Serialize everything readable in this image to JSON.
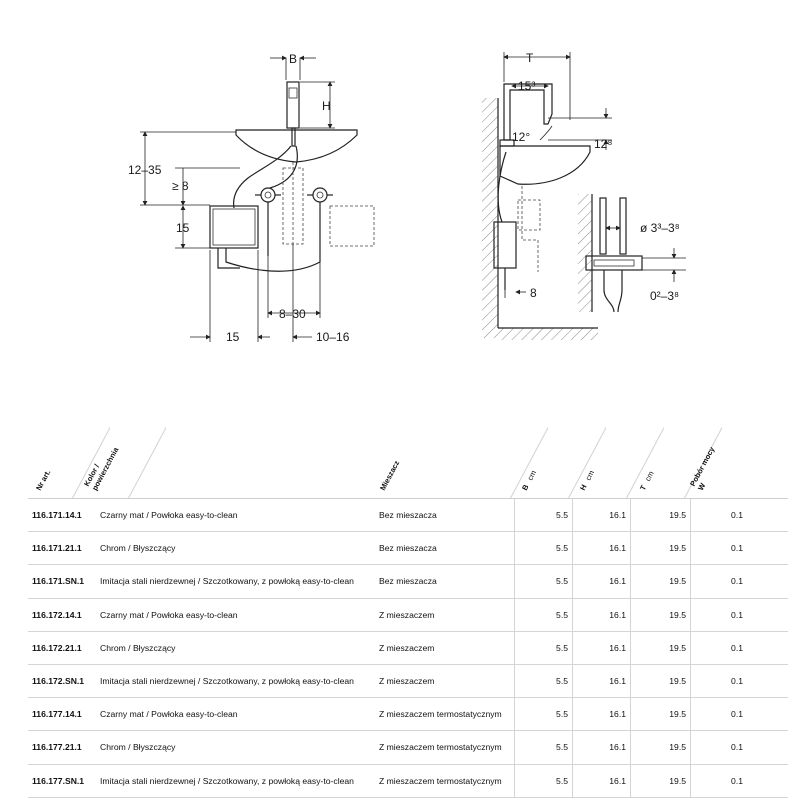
{
  "front_view": {
    "labels": {
      "b": "B",
      "h": "H",
      "range_12_35": "12–35",
      "min_8": "≥ 8",
      "d15_left": "15",
      "d8_30": "8–30",
      "d15_bottom": "15",
      "d10_16": "10–16"
    }
  },
  "side_view": {
    "labels": {
      "t": "T",
      "d15_3": "15³",
      "angle_12": "12°",
      "d12_8": "12⁸",
      "d8": "8"
    }
  },
  "detail_view": {
    "labels": {
      "diameter": "ø 3³–3⁸",
      "thickness": "0²–3⁸"
    }
  },
  "table": {
    "headers": {
      "art": "Nr art.",
      "color_line1": "Kolor /",
      "color_line2": "powierzchnia",
      "mixer": "Mieszacz",
      "b": "B",
      "b_unit": "cm",
      "h": "H",
      "h_unit": "cm",
      "t": "T",
      "t_unit": "cm",
      "power": "Pobór mocy",
      "power_unit": "W"
    },
    "rows": [
      {
        "art": "116.171.14.1",
        "color": "Czarny mat / Powłoka easy-to-clean",
        "mixer": "Bez mieszacza",
        "b": "5.5",
        "h": "16.1",
        "t": "19.5",
        "w": "0.1"
      },
      {
        "art": "116.171.21.1",
        "color": "Chrom / Błyszczący",
        "mixer": "Bez mieszacza",
        "b": "5.5",
        "h": "16.1",
        "t": "19.5",
        "w": "0.1"
      },
      {
        "art": "116.171.SN.1",
        "color": "Imitacja stali nierdzewnej / Szczotkowany, z powłoką easy-to-clean",
        "mixer": "Bez mieszacza",
        "b": "5.5",
        "h": "16.1",
        "t": "19.5",
        "w": "0.1"
      },
      {
        "art": "116.172.14.1",
        "color": "Czarny mat / Powłoka easy-to-clean",
        "mixer": "Z mieszaczem",
        "b": "5.5",
        "h": "16.1",
        "t": "19.5",
        "w": "0.1"
      },
      {
        "art": "116.172.21.1",
        "color": "Chrom / Błyszczący",
        "mixer": "Z mieszaczem",
        "b": "5.5",
        "h": "16.1",
        "t": "19.5",
        "w": "0.1"
      },
      {
        "art": "116.172.SN.1",
        "color": "Imitacja stali nierdzewnej / Szczotkowany, z powłoką easy-to-clean",
        "mixer": "Z mieszaczem",
        "b": "5.5",
        "h": "16.1",
        "t": "19.5",
        "w": "0.1"
      },
      {
        "art": "116.177.14.1",
        "color": "Czarny mat / Powłoka easy-to-clean",
        "mixer": "Z mieszaczem termostatycznym",
        "b": "5.5",
        "h": "16.1",
        "t": "19.5",
        "w": "0.1"
      },
      {
        "art": "116.177.21.1",
        "color": "Chrom / Błyszczący",
        "mixer": "Z mieszaczem termostatycznym",
        "b": "5.5",
        "h": "16.1",
        "t": "19.5",
        "w": "0.1"
      },
      {
        "art": "116.177.SN.1",
        "color": "Imitacja stali nierdzewnej / Szczotkowany, z powłoką easy-to-clean",
        "mixer": "Z mieszaczem termostatycznym",
        "b": "5.5",
        "h": "16.1",
        "t": "19.5",
        "w": "0.1"
      }
    ]
  }
}
